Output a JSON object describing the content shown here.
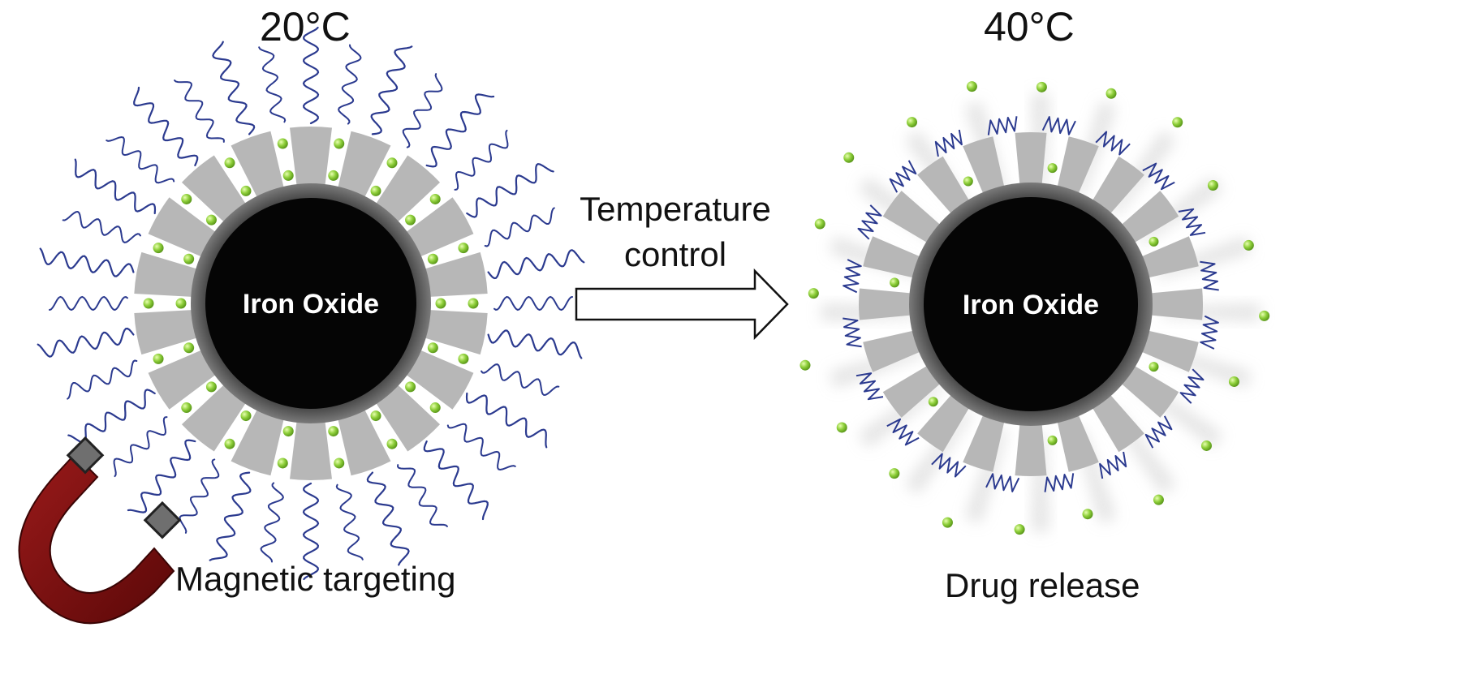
{
  "left_state": {
    "temperature": "20°C",
    "core_label": "Iron Oxide",
    "caption": "Magnetic targeting"
  },
  "process": {
    "line1": "Temperature",
    "line2": "control"
  },
  "right_state": {
    "temperature": "40°C",
    "core_label": "Iron Oxide",
    "caption": "Drug release"
  },
  "colors": {
    "core": "#050505",
    "shell": "#5a5a5a",
    "pore_segment": "#b7b7b7",
    "polymer": "#2b3a8f",
    "drug": "#8ecf3a",
    "magnet": "#7a1010",
    "magnet_tip": "#6f6f6f"
  },
  "icons": {
    "magnet": "horseshoe-magnet-icon",
    "drug": "drug-molecule-dot"
  }
}
